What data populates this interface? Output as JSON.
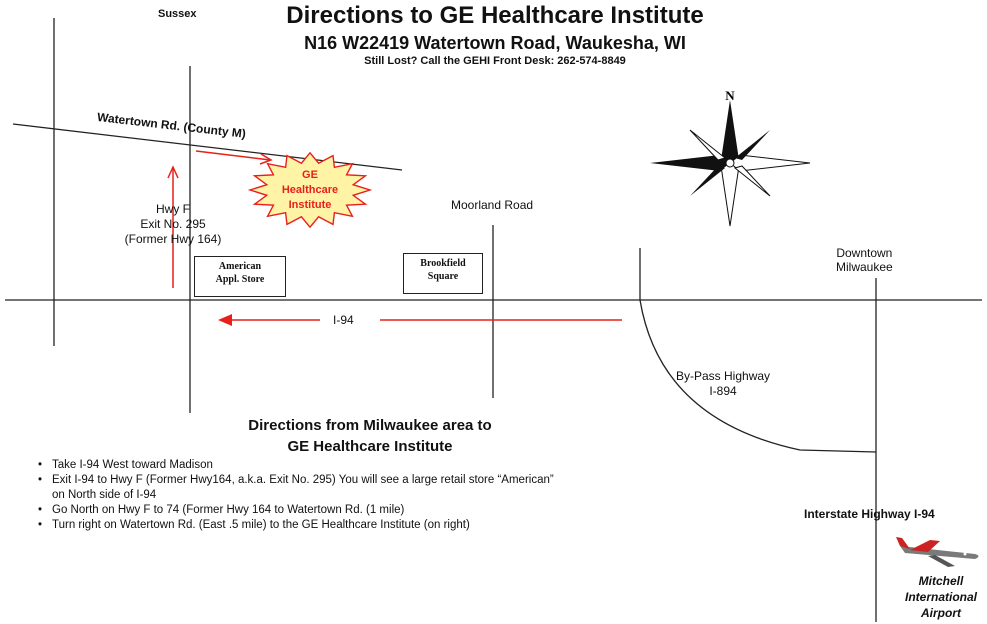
{
  "title": "Directions to GE Healthcare Institute",
  "address": "N16 W22419 Watertown Road, Waukesha, WI",
  "phone_note": "Still Lost?  Call the GEHI Front Desk:  262-574-8849",
  "labels": {
    "sussex": "Sussex",
    "watertown_rd": "Watertown Rd. (County M)",
    "hwy_f": [
      "Hwy F",
      "Exit No. 295",
      "(Former Hwy 164)"
    ],
    "moorland": "Moorland Road",
    "downtown": [
      "Downtown",
      "Milwaukee"
    ],
    "i94": "I-94",
    "bypass": [
      "By-Pass Highway",
      "I-894"
    ],
    "interstate": "Interstate Highway I-94",
    "compass_n": "N"
  },
  "destination": [
    "GE",
    "Healthcare",
    "Institute"
  ],
  "stores": {
    "american": [
      "American",
      "Appl. Store"
    ],
    "brookfield": [
      "Brookfield",
      "Square"
    ]
  },
  "airport": [
    "Mitchell",
    "International",
    "Airport"
  ],
  "directions": {
    "heading_line1": "Directions from Milwaukee area to",
    "heading_line2": "GE Healthcare Institute",
    "steps": [
      "Take I-94 West toward Madison",
      "Exit I-94 to Hwy F (Former Hwy164, a.k.a. Exit No. 295)  You will see a large retail store  “American”",
      "on North side of I-94",
      "Go North on Hwy F to 74 (Former Hwy 164 to Watertown Rd. (1 mile)",
      "Turn right on Watertown Rd. (East .5 mile) to the GE Healthcare Institute (on right)"
    ]
  },
  "colors": {
    "route": "#e8201a",
    "burst_fill": "#fff3a6",
    "burst_stroke": "#e8201a",
    "road": "#222222"
  }
}
